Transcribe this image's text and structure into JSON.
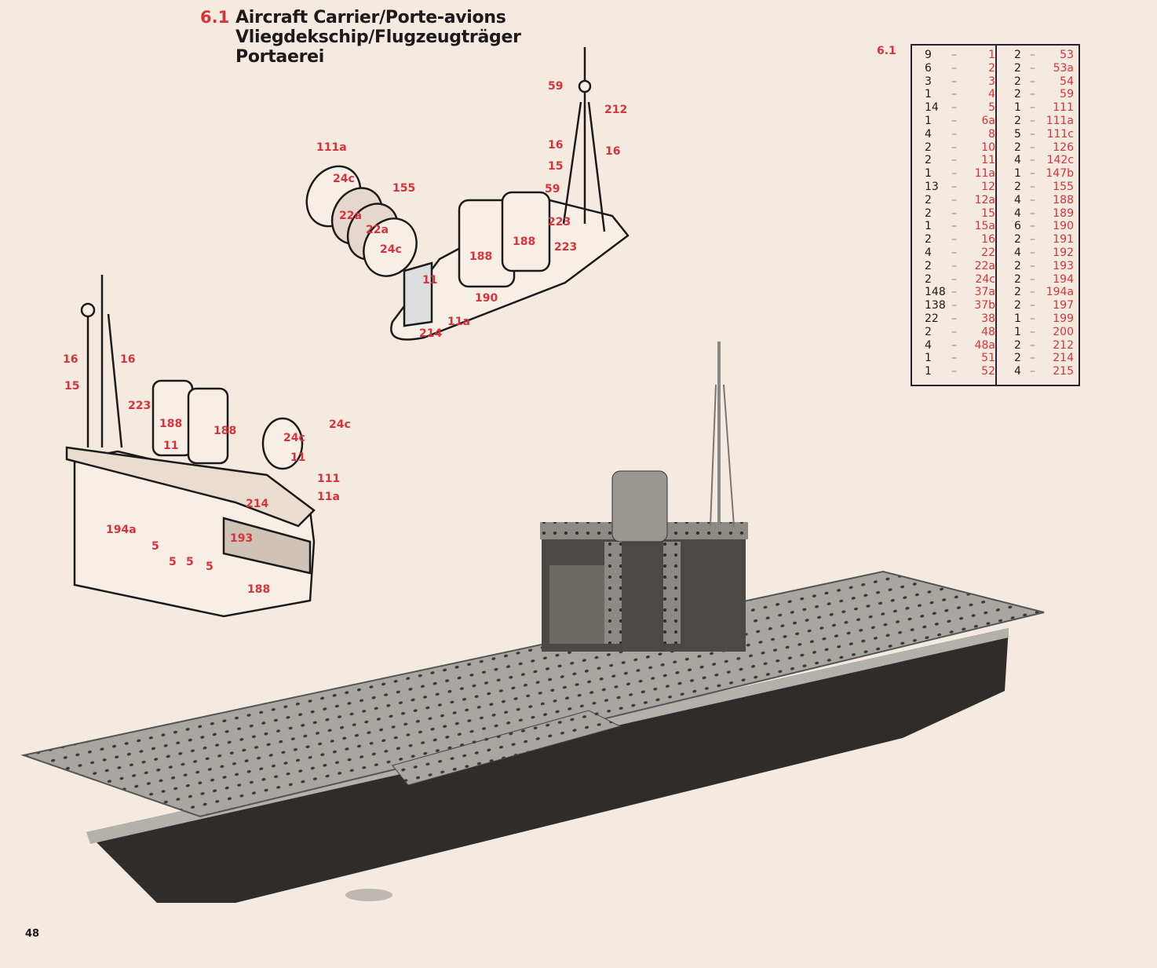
{
  "header": {
    "model_number": "6.1",
    "title_lines": [
      "Aircraft Carrier/Porte-avions",
      "Vliegdekschip/Flugzeugträger",
      "Portaerei"
    ]
  },
  "parts_table": {
    "ref": "6.1",
    "left": [
      [
        "9",
        "1"
      ],
      [
        "6",
        "2"
      ],
      [
        "3",
        "3"
      ],
      [
        "1",
        "4"
      ],
      [
        "14",
        "5"
      ],
      [
        "1",
        "6a"
      ],
      [
        "4",
        "8"
      ],
      [
        "2",
        "10"
      ],
      [
        "2",
        "11"
      ],
      [
        "1",
        "11a"
      ],
      [
        "13",
        "12"
      ],
      [
        "2",
        "12a"
      ],
      [
        "2",
        "15"
      ],
      [
        "1",
        "15a"
      ],
      [
        "2",
        "16"
      ],
      [
        "4",
        "22"
      ],
      [
        "2",
        "22a"
      ],
      [
        "2",
        "24c"
      ],
      [
        "148",
        "37a"
      ],
      [
        "138",
        "37b"
      ],
      [
        "22",
        "38"
      ],
      [
        "2",
        "48"
      ],
      [
        "4",
        "48a"
      ],
      [
        "1",
        "51"
      ],
      [
        "1",
        "52"
      ]
    ],
    "right": [
      [
        "2",
        "53"
      ],
      [
        "2",
        "53a"
      ],
      [
        "2",
        "54"
      ],
      [
        "2",
        "59"
      ],
      [
        "1",
        "111"
      ],
      [
        "2",
        "111a"
      ],
      [
        "5",
        "111c"
      ],
      [
        "2",
        "126"
      ],
      [
        "4",
        "142c"
      ],
      [
        "1",
        "147b"
      ],
      [
        "2",
        "155"
      ],
      [
        "4",
        "188"
      ],
      [
        "4",
        "189"
      ],
      [
        "6",
        "190"
      ],
      [
        "2",
        "191"
      ],
      [
        "4",
        "192"
      ],
      [
        "2",
        "193"
      ],
      [
        "2",
        "194"
      ],
      [
        "2",
        "194a"
      ],
      [
        "2",
        "197"
      ],
      [
        "1",
        "199"
      ],
      [
        "1",
        "200"
      ],
      [
        "2",
        "212"
      ],
      [
        "2",
        "214"
      ],
      [
        "4",
        "215"
      ]
    ]
  },
  "top_diagram": {
    "labels": [
      "111a",
      "24c",
      "155",
      "22a",
      "22a",
      "24c",
      "11",
      "11a",
      "214",
      "188",
      "190",
      "188",
      "223",
      "223",
      "59",
      "15",
      "16",
      "16",
      "59",
      "212"
    ]
  },
  "left_diagram": {
    "labels": [
      "16",
      "16",
      "15",
      "223",
      "188",
      "188",
      "11",
      "24c",
      "24c",
      "11",
      "111",
      "11a",
      "214",
      "194a",
      "5",
      "5",
      "5",
      "5",
      "193",
      "188"
    ]
  },
  "footer": {
    "page_number": "48"
  }
}
